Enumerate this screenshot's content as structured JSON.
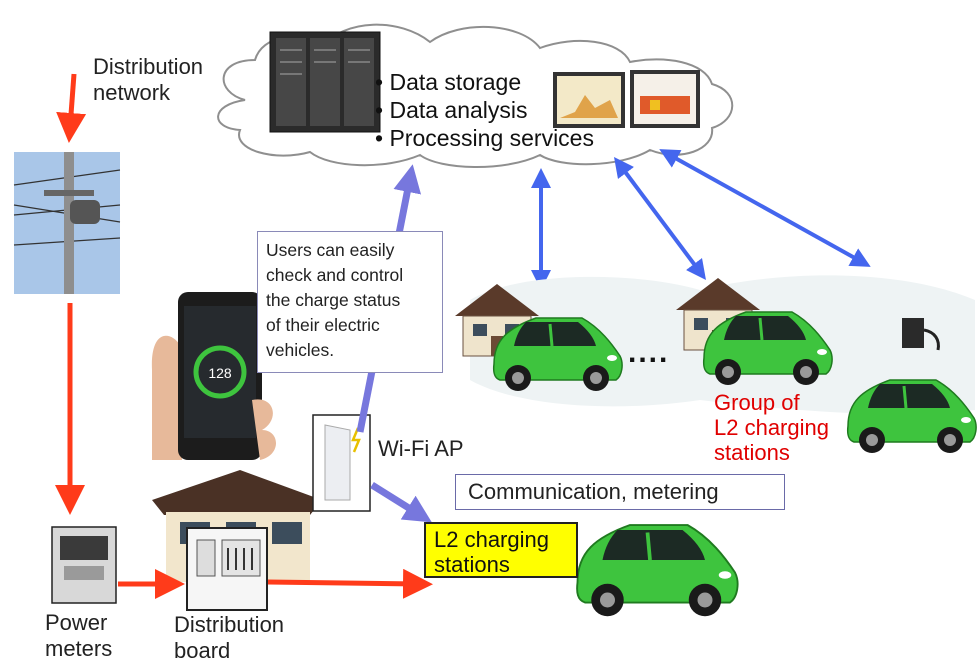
{
  "labels": {
    "distribution_network": [
      "Distribution",
      "network"
    ],
    "power_meters": [
      "Power",
      "meters"
    ],
    "distribution_board": [
      "Distribution",
      "board"
    ],
    "wifi_ap": "Wi-Fi AP"
  },
  "cloud": {
    "items": [
      "Data storage",
      "Data analysis",
      "Processing services"
    ]
  },
  "users_note": [
    "Users can easily",
    "check and control",
    "the charge status",
    "of their electric",
    "vehicles."
  ],
  "communication": "Communication, metering",
  "l2_label": [
    "L2 charging",
    "stations"
  ],
  "group_label": [
    "Group of",
    "L2 charging",
    "stations"
  ],
  "ellipsis": "....",
  "phone": {
    "readout": "128"
  },
  "colors": {
    "power_arrow": "#ff3b1a",
    "data_arrow": "#4466ee",
    "wifi_arrow": "#7777dd",
    "car_green": "#3ec43e",
    "highlight": "#ffff00",
    "group_text": "#e00000"
  }
}
